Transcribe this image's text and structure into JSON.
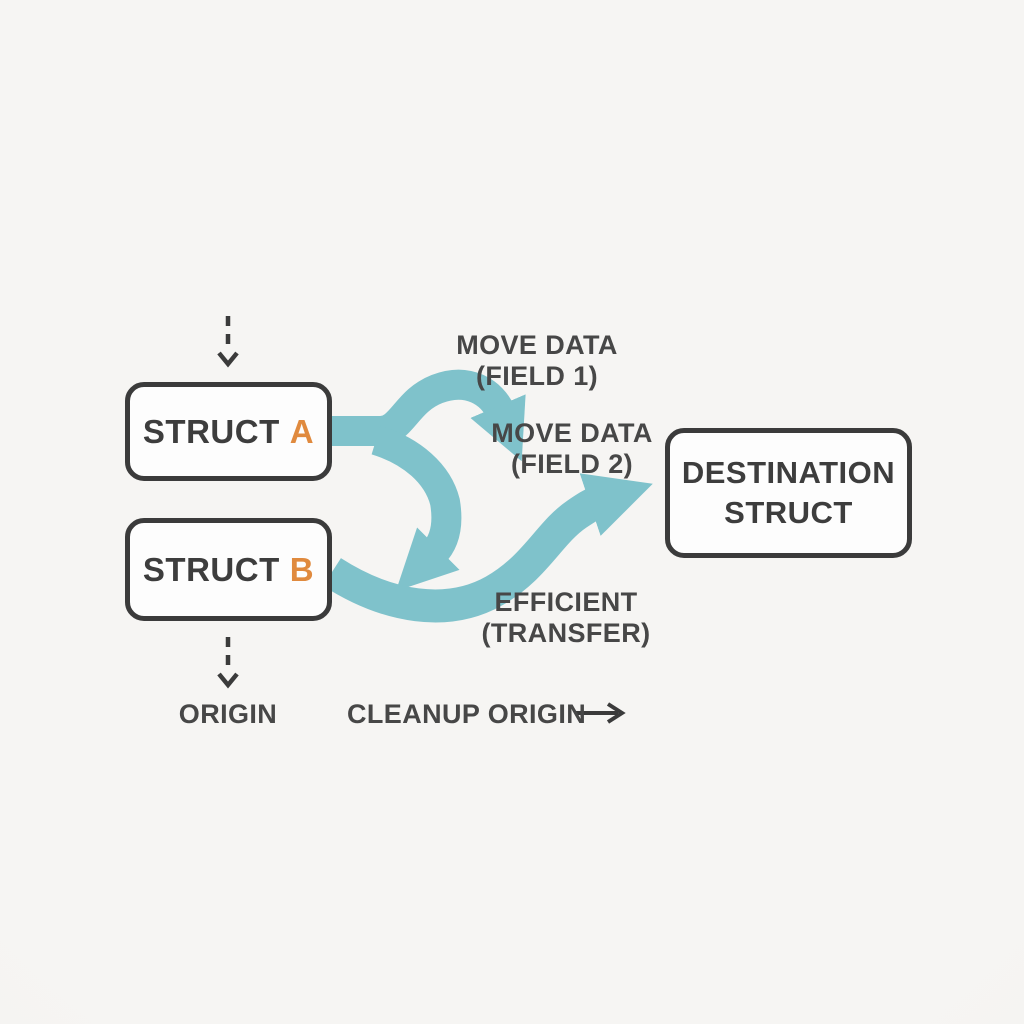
{
  "diagram": {
    "background_color": "#f5f4f2",
    "colors": {
      "arrow_teal": "#7fc2cb",
      "box_border": "#3b3b3b",
      "box_fill": "#fdfdfd",
      "text_dark": "#474747",
      "accent_orange": "#e08a3e"
    },
    "nodes": {
      "struct_a": {
        "name": "STRUCT",
        "accent": "A"
      },
      "struct_b": {
        "name": "STRUCT",
        "accent": "B"
      },
      "destination": {
        "line1": "DESTINATION",
        "line2": "STRUCT"
      }
    },
    "annotations": {
      "move_field1": {
        "line1": "MOVE DATA",
        "line2": "(FIELD 1)"
      },
      "move_field2": {
        "line1": "MOVE DATA",
        "line2": "(FIELD 2)"
      },
      "efficient": {
        "line1": "EFFICIENT",
        "line2": "(TRANSFER)"
      },
      "origin": "ORIGIN",
      "cleanup_origin": "CLEANUP ORIGIN"
    },
    "icons": {
      "incoming_dashed_arrow": "dashed-down-arrow",
      "outgoing_dashed_arrow": "dashed-down-arrow",
      "field1_arrow": "curved-teal-arrow",
      "field2_arrow": "curved-teal-arrow",
      "transfer_arrow": "s-curve-teal-arrow",
      "cleanup_arrow": "long-right-arrow"
    }
  }
}
